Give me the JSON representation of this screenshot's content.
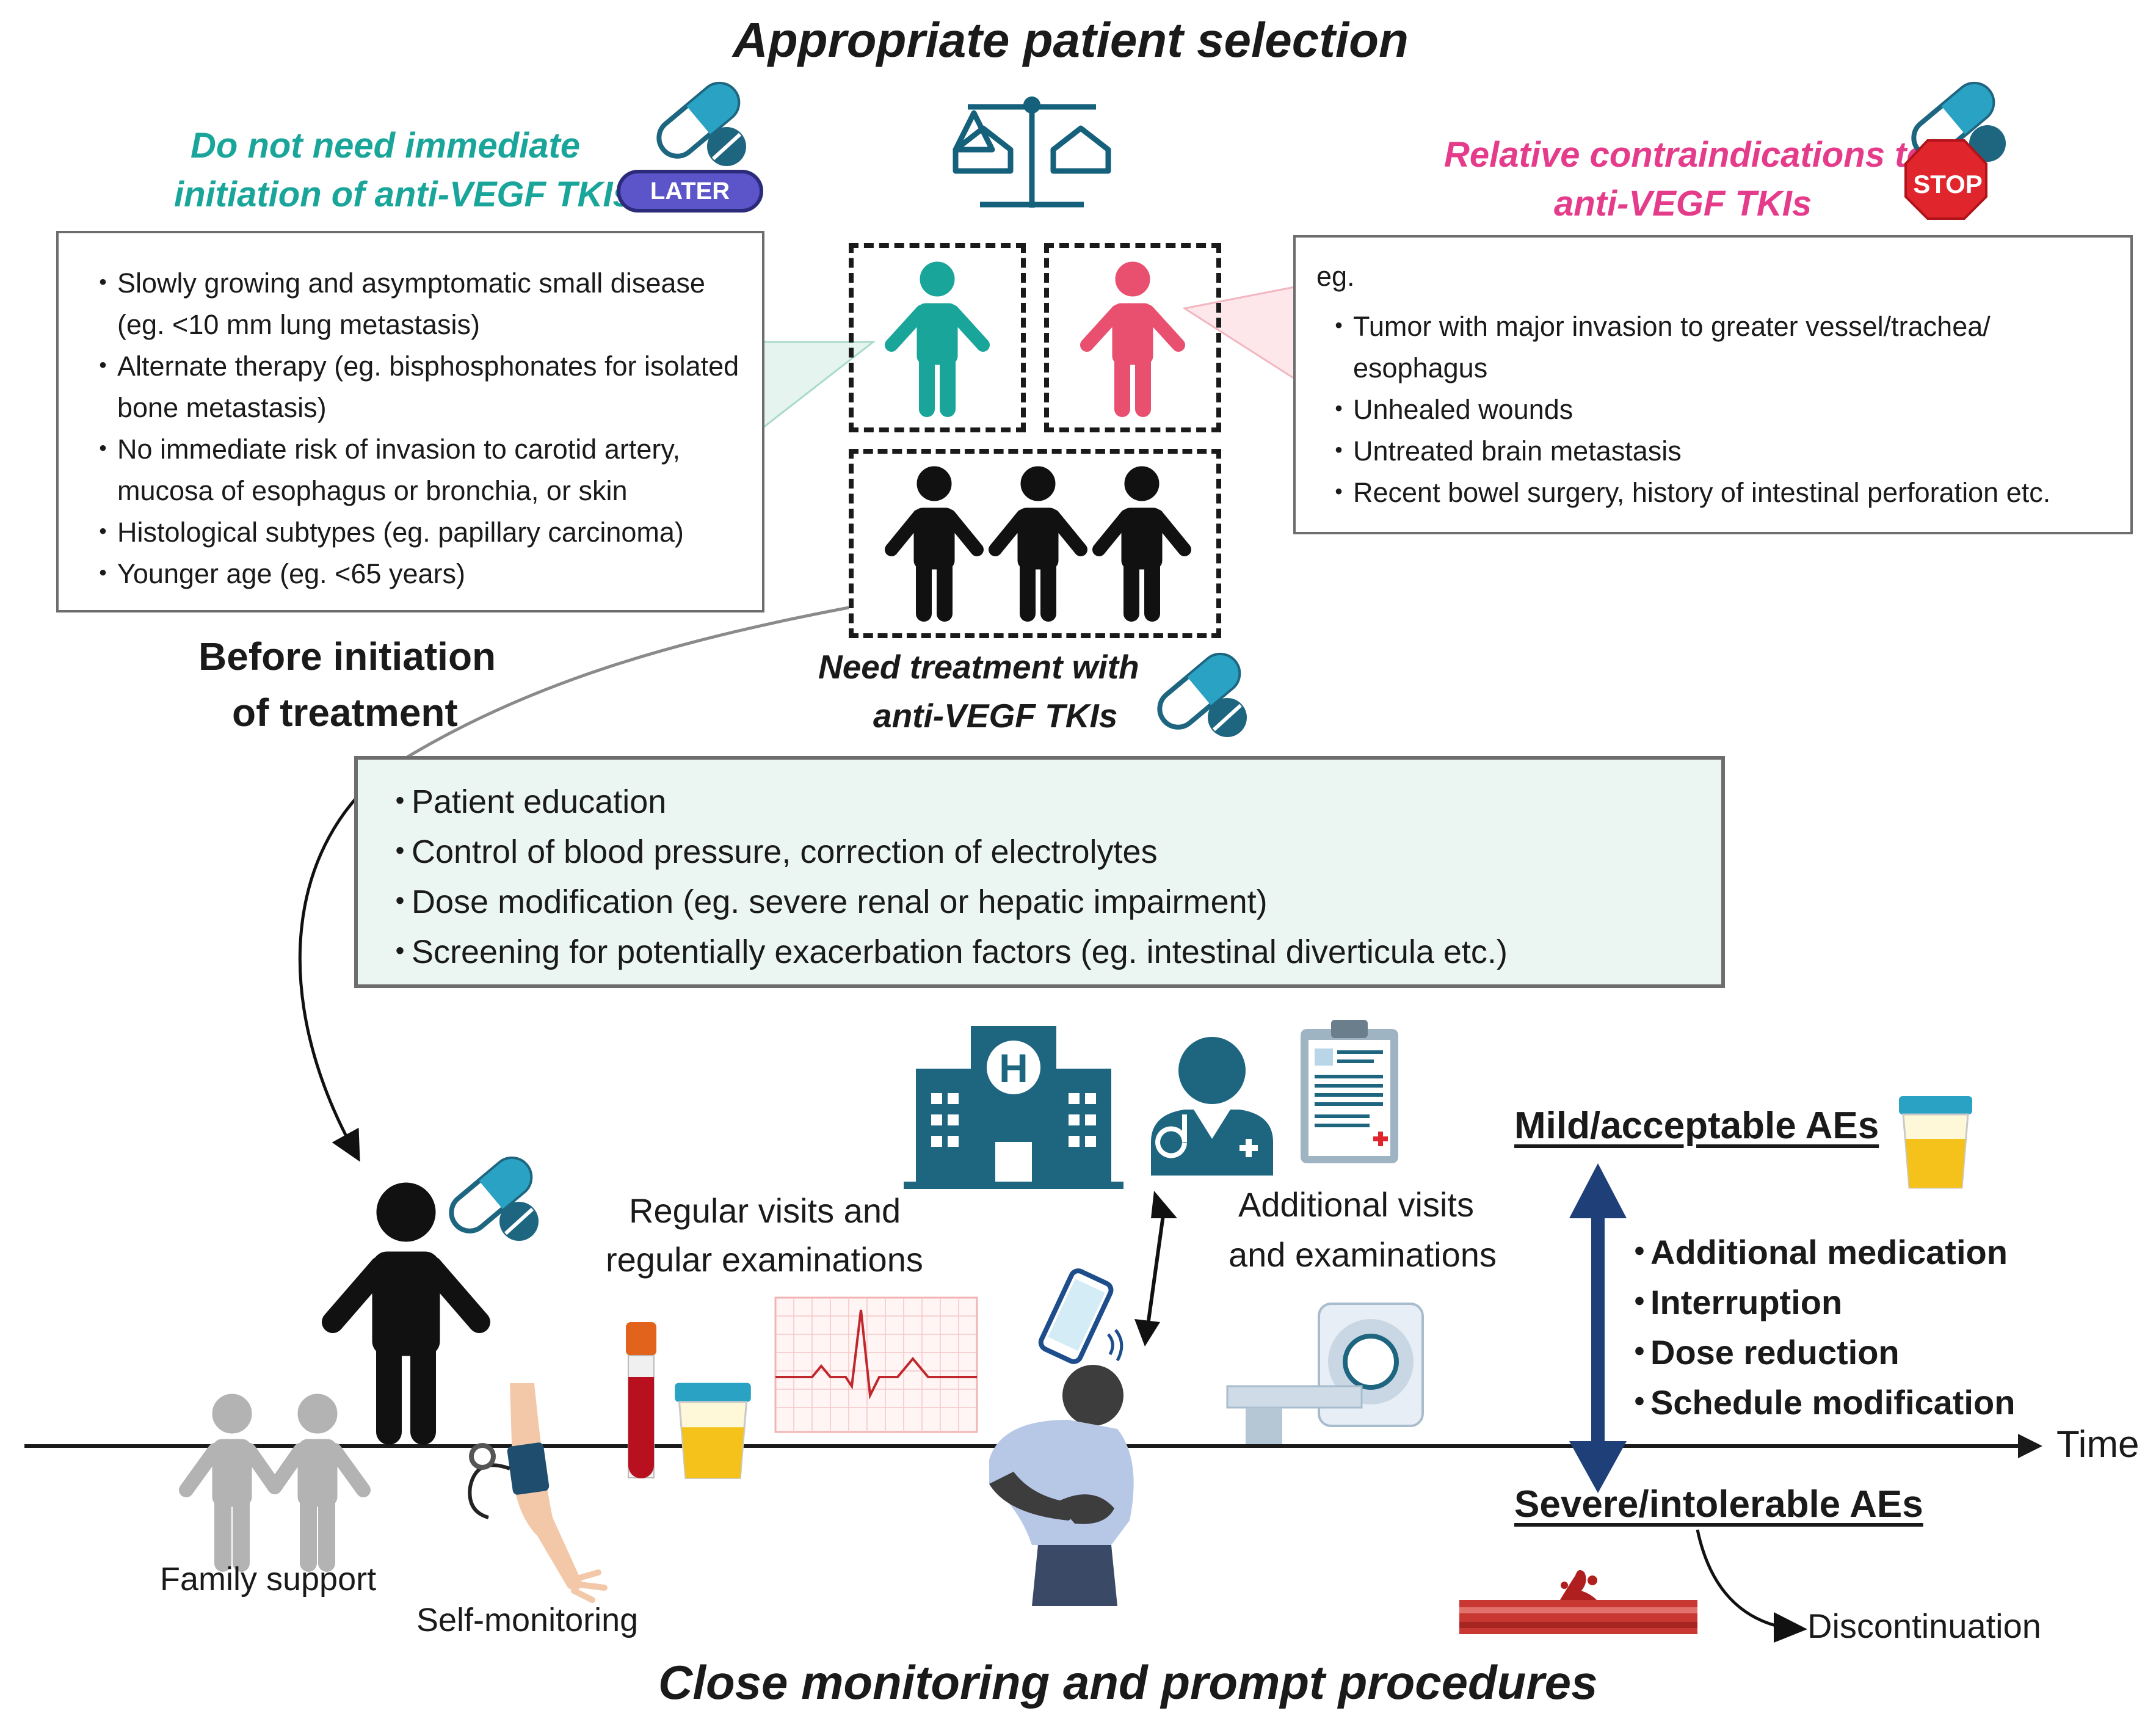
{
  "title_top": "Appropriate patient selection",
  "title_bottom": "Close monitoring and prompt procedures",
  "left_group": {
    "heading_line1": "Do not need immediate",
    "heading_line2": "initiation of anti-VEGF TKIs",
    "badge": "LATER",
    "items": [
      "Slowly growing and asymptomatic small disease (eg. <10 mm lung metastasis)",
      "Alternate therapy (eg. bisphosphonates for isolated bone metastasis)",
      "No immediate risk of invasion to carotid artery, mucosa of esophagus or bronchia, or skin",
      "Histological subtypes (eg. papillary carcinoma)",
      "Younger age (eg. <65 years)"
    ]
  },
  "right_group": {
    "heading_line1": "Relative contraindications to",
    "heading_line2": "anti-VEGF TKIs",
    "badge": "STOP",
    "intro": "eg.",
    "items": [
      "Tumor with major invasion to greater vessel/trachea/ esophagus",
      "Unhealed wounds",
      "Untreated brain metastasis",
      "Recent bowel surgery, history of intestinal perforation etc."
    ]
  },
  "center_group": {
    "label_line1": "Need treatment with",
    "label_line2": "anti-VEGF TKIs"
  },
  "before_label": {
    "line1": "Before initiation",
    "line2": "of treatment"
  },
  "before_items": [
    "Patient education",
    "Control of blood pressure, correction of electrolytes",
    "Dose modification (eg. severe renal or hepatic impairment)",
    "Screening for potentially exacerbation factors (eg. intestinal diverticula etc.)"
  ],
  "timeline": {
    "time_label": "Time",
    "family_support": "Family support",
    "self_monitoring": "Self-monitoring",
    "regular_line1": "Regular visits and",
    "regular_line2": "regular examinations",
    "additional_line1": "Additional visits",
    "additional_line2": "and examinations",
    "mild": "Mild/acceptable AEs",
    "severe": "Severe/intolerable AEs",
    "actions": [
      "Additional medication",
      "Interruption",
      "Dose reduction",
      "Schedule modification"
    ],
    "discontinuation": "Discontinuation"
  },
  "colors": {
    "teal": "#1aa59a",
    "pink": "#e43c8b",
    "pink_figure": "#e9506f",
    "navy": "#1f3f78",
    "dark_teal": "#15607a",
    "icon_teal": "#1e6680",
    "gray_figure": "#b3b3b3",
    "badge_purple": "#5b55c9",
    "stop_red": "#e0262c"
  },
  "icons": [
    "scale-icon",
    "capsule-icon",
    "later-badge-icon",
    "stop-sign-icon",
    "hospital-icon",
    "doctor-icon",
    "clipboard-icon",
    "urine-cup-icon",
    "blood-tube-icon",
    "ecg-icon",
    "smartphone-icon",
    "ct-scanner-icon",
    "blood-pressure-cuff-icon",
    "bleeding-vessel-icon"
  ]
}
